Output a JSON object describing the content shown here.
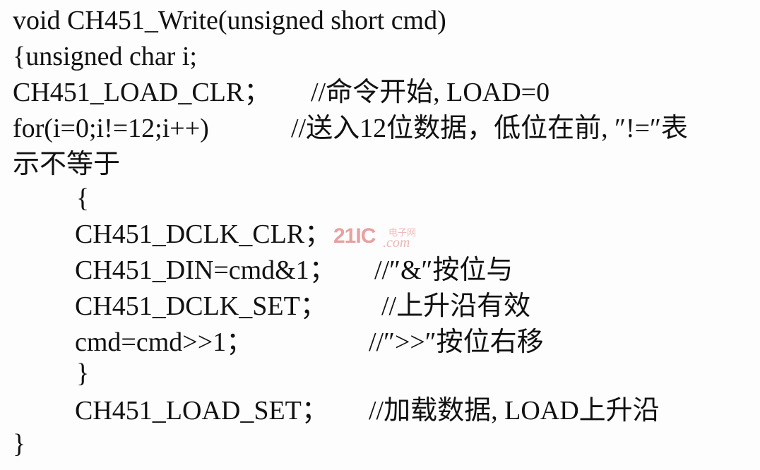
{
  "lines": [
    {
      "code": "void CH451_Write(unsigned short cmd)"
    },
    {
      "code": "{unsigned char i;"
    },
    {
      "code": "CH451_LOAD_CLR；",
      "comment": "//命令开始, LOAD=0"
    },
    {
      "code": "for(i=0;i!=12;i++)",
      "comment": "//送入12位数据，低位在前, ″!=″表"
    },
    {
      "code": "示不等于"
    },
    {
      "code": "{"
    },
    {
      "code": "CH451_DCLK_CLR；"
    },
    {
      "code": "CH451_DIN=cmd&1；",
      "comment": "//″&″按位与"
    },
    {
      "code": "CH451_DCLK_SET；",
      "comment": "//上升沿有效"
    },
    {
      "code": "cmd=cmd>>1；",
      "comment": "//″>>″按位右移"
    },
    {
      "code": "}"
    },
    {
      "code": "CH451_LOAD_SET；",
      "comment": "//加载数据, LOAD上升沿"
    },
    {
      "code": "}"
    }
  ],
  "watermark": {
    "number": "21IC",
    "chinese": "电子网",
    "domain": ".com"
  }
}
